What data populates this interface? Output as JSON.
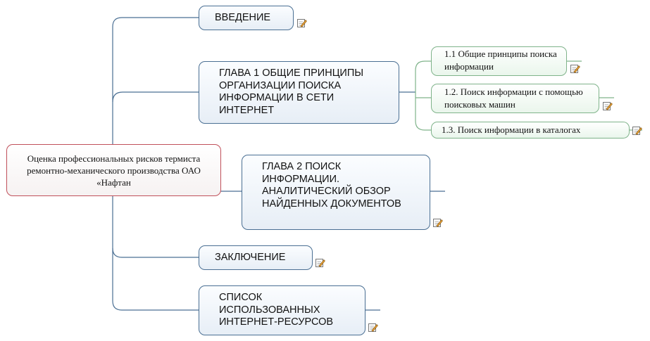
{
  "root": {
    "text": "Оценка профессиональных рисков термиста ремонтно-механического производства ОАО «Нафтан"
  },
  "topics": [
    {
      "id": "intro",
      "text": "ВВЕДЕНИЕ"
    },
    {
      "id": "chapter1",
      "text": "ГЛАВА 1 ОБЩИЕ ПРИНЦИПЫ ОРГАНИЗАЦИИ ПОИСКА ИНФОРМАЦИИ В СЕТИ ИНТЕРНЕТ"
    },
    {
      "id": "chapter2",
      "text": "ГЛАВА 2 ПОИСК ИНФОРМАЦИИ. АНАЛИТИЧЕСКИЙ ОБЗОР НАЙДЕННЫХ ДОКУМЕНТОВ"
    },
    {
      "id": "conclusion",
      "text": "ЗАКЛЮЧЕНИЕ"
    },
    {
      "id": "references",
      "text": "СПИСОК ИСПОЛЬЗОВАННЫХ ИНТЕРНЕТ-РЕСУРСОВ"
    }
  ],
  "subtopics": [
    {
      "id": "1.1",
      "text": "1.1 Общие принципы поиска информации"
    },
    {
      "id": "1.2",
      "text": "1.2. Поиск информации с помощью поисковых машин"
    },
    {
      "id": "1.3",
      "text": "1.3. Поиск информации в каталогах"
    }
  ],
  "icons": {
    "note": "note-pencil-icon"
  },
  "colors": {
    "root_border": "#c0505a",
    "topic_border": "#4a6f93",
    "subtopic_border": "#7fb38a",
    "connector": "#4a6f93",
    "sub_connector": "#7fb38a"
  }
}
